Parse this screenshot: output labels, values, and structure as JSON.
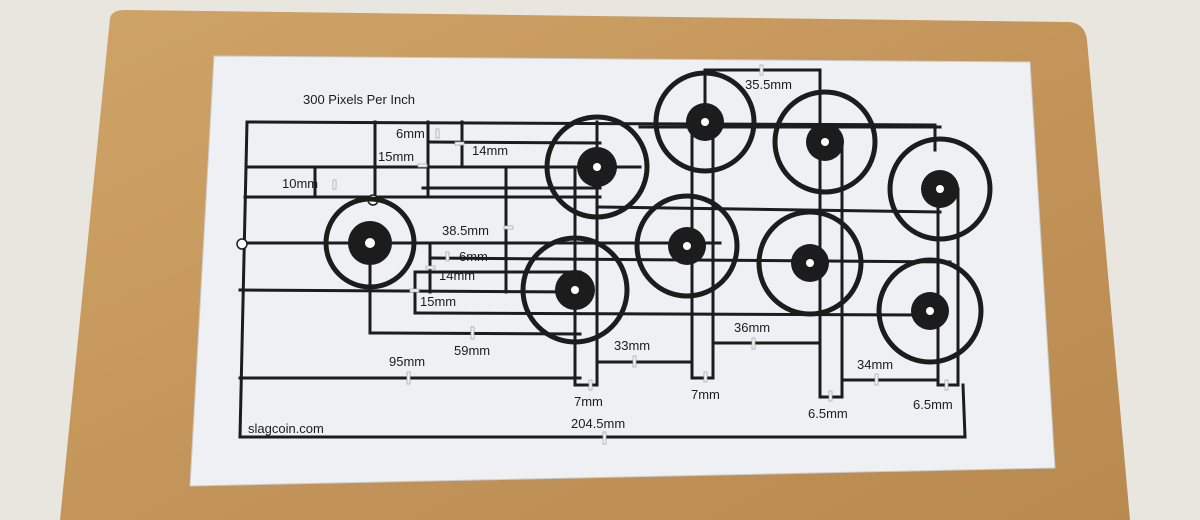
{
  "colors": {
    "wall": "#e9e6df",
    "board": "#c99a5c",
    "paper": "#eef0f3",
    "ink": "#1c1c1c"
  },
  "template": {
    "header": "300 Pixels Per Inch",
    "footer": "slagcoin.com",
    "dimensions": {
      "d6mm_top": "6mm",
      "d14mm_top": "14mm",
      "d15mm_top": "15mm",
      "d10mm": "10mm",
      "d38_5mm": "38.5mm",
      "d6mm_mid": "6mm",
      "d14mm_mid": "14mm",
      "d15mm_mid": "15mm",
      "d59mm": "59mm",
      "d95mm": "95mm",
      "d33mm": "33mm",
      "d36mm": "36mm",
      "d34mm": "34mm",
      "d35_5mm": "35.5mm",
      "d7mm_a": "7mm",
      "d7mm_b": "7mm",
      "d6_5mm_a": "6.5mm",
      "d6_5mm_b": "6.5mm",
      "d204_5mm": "204.5mm"
    }
  }
}
